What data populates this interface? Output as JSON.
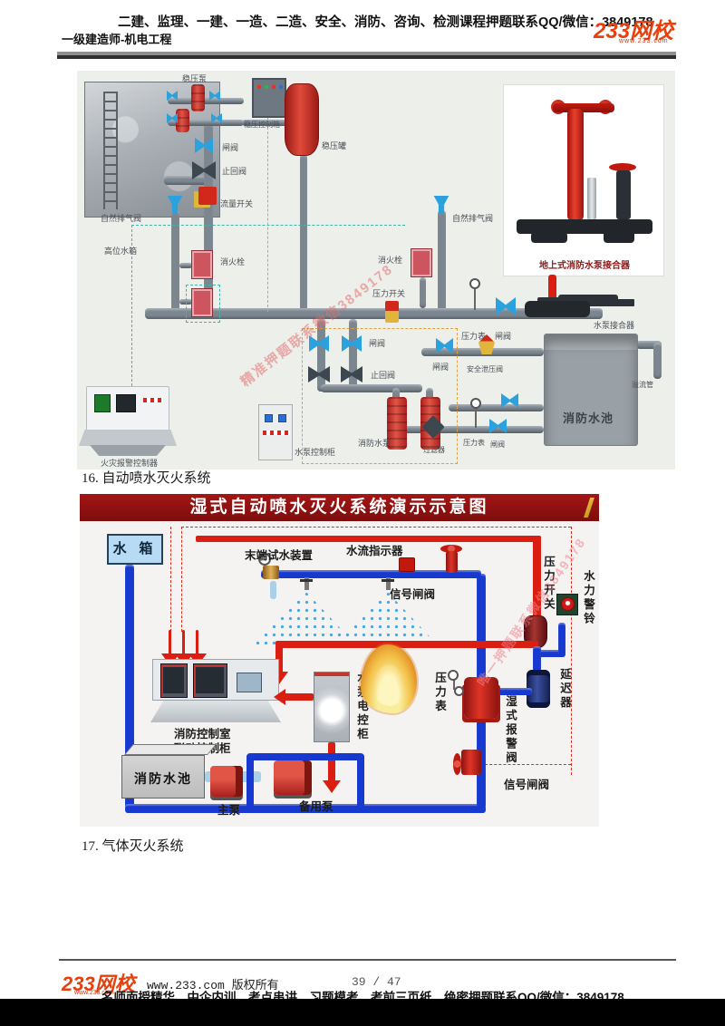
{
  "header": {
    "promo": "二建、监理、一建、一造、二造、安全、消防、咨询、检测课程押题联系QQ/微信：3849178",
    "course": "一级建造师-机电工程",
    "logo_text": "233网校",
    "logo_sub": "www.233.com"
  },
  "sections": {
    "item16": "16. 自动喷水灭火系统",
    "item17": "17. 气体灭火系统"
  },
  "diagram1": {
    "labels": {
      "gaoweishuixiang": "高位水箱",
      "wenyabeng": "稳压泵",
      "wenyakongzhixiang": "稳压控制箱",
      "wenyaguan": "稳压罐",
      "zhafa": "闸阀",
      "zhihuifa": "止回阀",
      "liuliangkaiguan": "流量开关",
      "ziranpaiqifa": "自然排气阀",
      "xiaohuoshuan": "消火栓",
      "yalikaiguan": "压力开关",
      "yalibiao": "压力表",
      "anquanxieyafa": "安全泄压阀",
      "xiaofangshuichi": "消防水池",
      "yiliuguan": "溢流管",
      "shuibengjieheqi": "水泵接合器",
      "inset_caption": "地上式消防水泵接合器",
      "huozaibaojing": "火灾报警控制器",
      "shuibengkongzhigui": "水泵控制柜",
      "xiaofangshuibeng": "消防水泵",
      "guolvqi": "过滤器"
    },
    "watermark": "精准押题联系微信3849178"
  },
  "diagram2": {
    "title": "湿式自动喷水灭火系统演示示意图",
    "labels": {
      "shuixiang": "水 箱",
      "moduan": "末端试水装置",
      "shuiliu": "水流指示器",
      "xinhaozhafa": "信号闸阀",
      "yalikaiguan": "压力开关",
      "shuilijingling": "水力警铃",
      "yanchiqi": "延迟器",
      "yalibiao": "压力表",
      "shishibaojingfa": "湿式报警阀",
      "kongzhishi1": "消防控制室",
      "kongzhishi2": "联动控制柜",
      "shuibengdiankonggui": "水泵电控柜",
      "xiaofangshuichi": "消防水池",
      "zhubeng": "主泵",
      "beiyongbeng": "备用泵"
    },
    "watermark": "唯一押题联系微信3849178"
  },
  "footer": {
    "logo_text": "233网校",
    "logo_sub": "www.233.com",
    "copyright": "www.233.com 版权所有",
    "page_info": "39 / 47"
  },
  "bottom_banner": "名师面授精华、中企内训、考点串讲、习题模考、考前三页纸、绝密押题联系QQ/微信：3849178"
}
